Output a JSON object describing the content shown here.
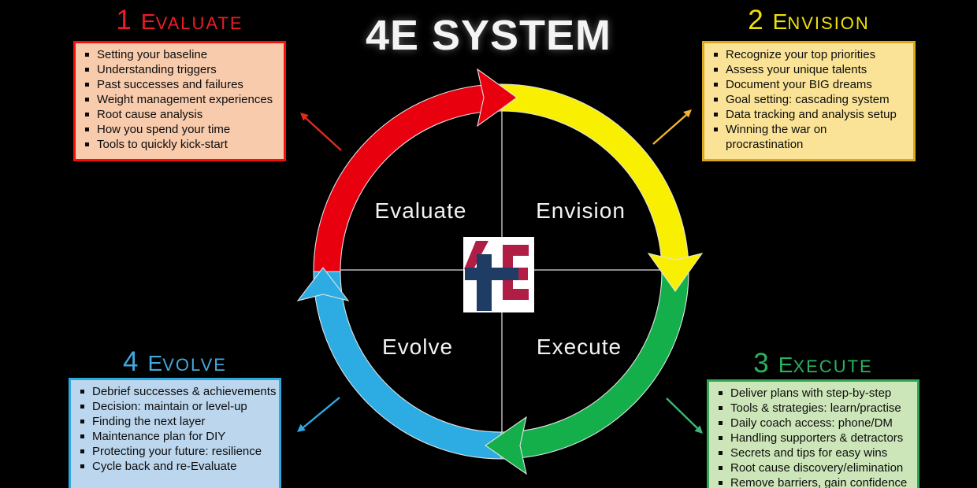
{
  "title": "4E SYSTEM",
  "logo_text": "4E",
  "quadrants": {
    "top_left": "Evaluate",
    "top_right": "Envision",
    "bottom_left": "Evolve",
    "bottom_right": "Execute"
  },
  "sections": {
    "evaluate": {
      "number": "1",
      "word_initial": "E",
      "word_rest": "VALUATE",
      "items": [
        "Setting your baseline",
        "Understanding triggers",
        "Past successes and failures",
        "Weight management experiences",
        "Root cause analysis",
        "How you spend your time",
        "Tools to quickly kick-start"
      ]
    },
    "envision": {
      "number": "2",
      "word_initial": "E",
      "word_rest": "NVISION",
      "items": [
        "Recognize your top priorities",
        "Assess your unique talents",
        "Document your BIG dreams",
        "Goal setting: cascading system",
        "Data tracking and analysis setup",
        "Winning the war on\nprocrastination"
      ]
    },
    "execute": {
      "number": "3",
      "word_initial": "E",
      "word_rest": "XECUTE",
      "items": [
        "Deliver plans with step-by-step",
        "Tools & strategies: learn/practise",
        "Daily coach access: phone/DM",
        "Handling supporters & detractors",
        "Secrets and tips for easy wins",
        "Root cause discovery/elimination",
        "Remove barriers, gain confidence"
      ]
    },
    "evolve": {
      "number": "4",
      "word_initial": "E",
      "word_rest": "VOLVE",
      "items": [
        "Debrief successes & achievements",
        "Decision: maintain or level-up",
        "Finding the next layer",
        "Maintenance plan for DIY",
        "Protecting your future: resilience",
        "Cycle back and re-Evaluate"
      ]
    }
  },
  "colors": {
    "canvas_bg": "#000000",
    "arc_red": "#E8000E",
    "arc_yellow": "#F8F000",
    "arc_green": "#14AF4B",
    "arc_blue": "#2CACE3",
    "thin_red": "#E02B20",
    "thin_yellow": "#F0B42F",
    "thin_green": "#3BB878",
    "thin_blue": "#31A8E0",
    "title_red": "#ED1C24",
    "title_yellow": "#F0E10A",
    "title_green": "#29B35F",
    "title_blue": "#41A8DC",
    "box_red_bg": "#F8CBAD",
    "box_red_border": "#F50E0A",
    "box_yellow_bg": "#FAE396",
    "box_yellow_border": "#D9A81E",
    "box_green_bg": "#CDE6B9",
    "box_green_border": "#31A852",
    "box_blue_bg": "#BCD6ED",
    "box_blue_border": "#2EA9E0",
    "cross_line": "#B8B8B8",
    "quadrant_text": "#F2F2F2",
    "logo_navy": "#1E3C64",
    "logo_crimson": "#B01E45",
    "bullet_text": "#0D0D0D"
  }
}
